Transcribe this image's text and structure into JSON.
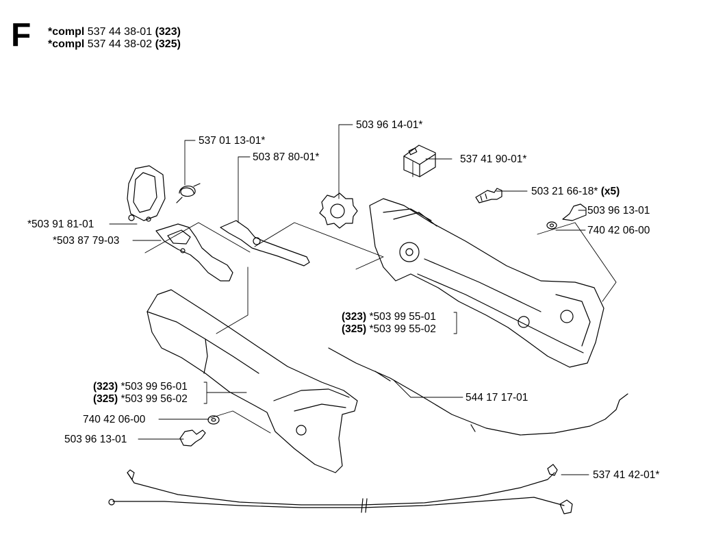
{
  "section_letter": "F",
  "compl": [
    {
      "prefix": "*compl",
      "number": "537 44 38-01",
      "model": "(323)"
    },
    {
      "prefix": "*compl",
      "number": "537 44 38-02",
      "model": "(325)"
    }
  ],
  "labels": {
    "p1": "537 01 13-01*",
    "p2": "503 87 80-01*",
    "p3": "503 96 14-01*",
    "p4": "537 41 90-01*",
    "p5": "503 21 66-18*",
    "p5_qty": "(x5)",
    "p6": "503 96 13-01",
    "p7": "740 42 06-00",
    "p8": "*503 91 81-01",
    "p9": "*503 87 79-03",
    "p10a_model": "(323)",
    "p10a": "*503 99 55-01",
    "p10b_model": "(325)",
    "p10b": "*503 99 55-02",
    "p11a_model": "(323)",
    "p11a": "*503 99 56-01",
    "p11b_model": "(325)",
    "p11b": "*503 99 56-02",
    "p12": "740 42 06-00",
    "p13": "503 96 13-01",
    "p14": "544 17 17-01",
    "p15": "537 41 42-01*"
  }
}
